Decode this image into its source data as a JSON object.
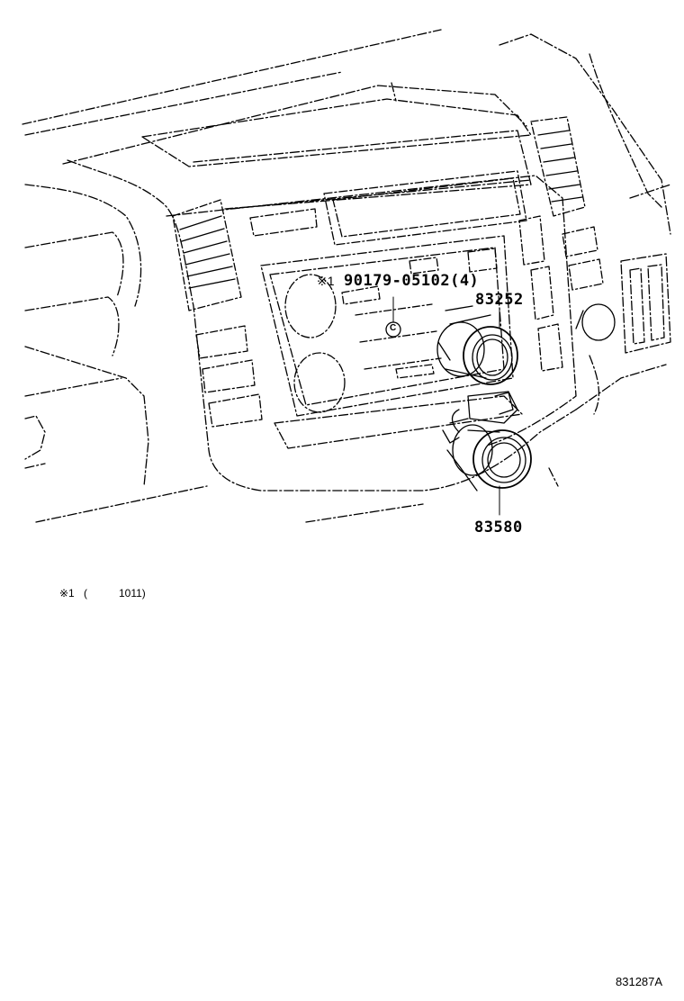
{
  "callouts": {
    "bolt_mark": "※1",
    "bolt_part": "90179-05102(4)",
    "upper_part": "83252",
    "lower_part": "83580",
    "clip_letter": "C"
  },
  "footnote": {
    "mark": "※1",
    "open_paren": "(",
    "text": "1011)"
  },
  "illustration_id": "831287A"
}
